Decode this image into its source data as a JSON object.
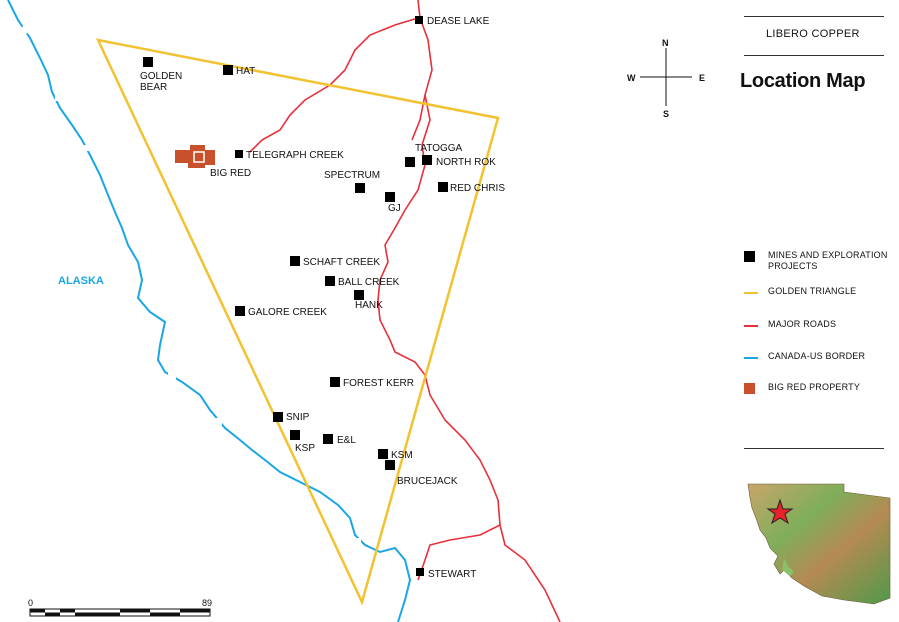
{
  "colors": {
    "golden_triangle": "#f2c230",
    "major_roads": "#e8303c",
    "border": "#1aa6e4",
    "property": "#c8502a",
    "projects": "#000000",
    "star": "#e8222a"
  },
  "header": {
    "company": "LIBERO COPPER",
    "title": "Location Map"
  },
  "compass": {
    "n": "N",
    "s": "S",
    "e": "E",
    "w": "W"
  },
  "scale": {
    "start": "0",
    "end": "89"
  },
  "region_label": "ALASKA",
  "property_label": "BIG RED",
  "places": [
    {
      "label": "DEASE LAKE"
    },
    {
      "label": "GOLDEN\nBEAR"
    },
    {
      "label": "HAT"
    },
    {
      "label": "TELEGRAPH CREEK"
    },
    {
      "label": "TATOGGA"
    },
    {
      "label": "NORTH ROK"
    },
    {
      "label": "SPECTRUM"
    },
    {
      "label": "RED CHRIS"
    },
    {
      "label": "GJ"
    },
    {
      "label": "SCHAFT CREEK"
    },
    {
      "label": "BALL CREEK"
    },
    {
      "label": "HANK"
    },
    {
      "label": "GALORE CREEK"
    },
    {
      "label": "FOREST KERR"
    },
    {
      "label": "SNIP"
    },
    {
      "label": "KSP"
    },
    {
      "label": "E&L"
    },
    {
      "label": "KSM"
    },
    {
      "label": "BRUCEJACK"
    },
    {
      "label": "STEWART"
    }
  ],
  "legend": [
    {
      "label": "MINES AND EXPLORATION\nPROJECTS",
      "symbol": "square"
    },
    {
      "label": "GOLDEN TRIANGLE",
      "symbol": "line-golden"
    },
    {
      "label": "MAJOR ROADS",
      "symbol": "line-road"
    },
    {
      "label": "CANADA-US BORDER",
      "symbol": "line-border"
    },
    {
      "label": "BIG RED PROPERTY",
      "symbol": "property"
    }
  ]
}
